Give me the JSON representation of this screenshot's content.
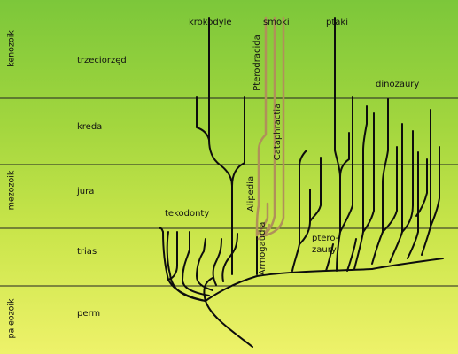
{
  "eras": {
    "cenozoic": "kenozoik",
    "mesozoic": "mezozoik",
    "paleozoic": "paleozoik"
  },
  "periods": {
    "tertiary": "trzeciorzęd",
    "cretaceous": "kreda",
    "jurassic": "jura",
    "triassic": "trias",
    "permian": "perm"
  },
  "groups": {
    "crocodiles": "krokodyle",
    "dragons": "smoki",
    "birds": "ptaki",
    "dinosaurs": "dinozaury",
    "thecodonts": "tekodonty",
    "pterosaurs_line1": "ptero-",
    "pterosaurs_line2": "zaury",
    "pterodracida": "Pterodracida",
    "cataphractia": "Cataphractia",
    "alipedia": "Alipedia",
    "armogaudia": "Armogaudia"
  },
  "colors": {
    "lineage_line": "#0d0d0d",
    "dragon_lineage": "#b0905a",
    "period_divider": "#222222",
    "background_top": "#7cc73a",
    "background_bottom": "#eef26a"
  }
}
